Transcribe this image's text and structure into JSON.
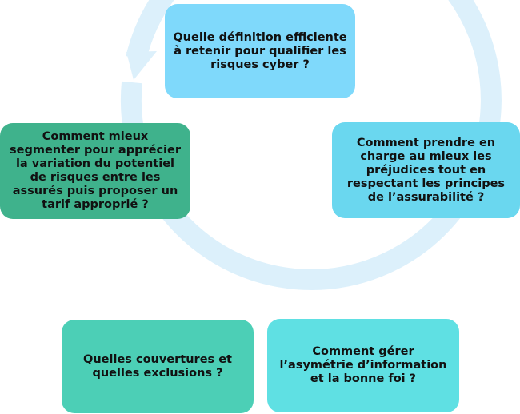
{
  "colors": {
    "ring": "#dcf0fb",
    "box_top": "#7fd9fb",
    "box_right": "#6ad7ef",
    "box_bottom_right": "#5fe0e3",
    "box_bottom_left": "#4ccfb6",
    "box_left": "#3fb28c"
  },
  "cycle_direction": "clockwise",
  "steps": [
    {
      "id": "definition",
      "text": "Quelle définition efficiente à retenir pour qualifier les risques cyber ?"
    },
    {
      "id": "prejudices",
      "text": "Comment prendre en charge au mieux les préjudices tout en respectant les principes de l’assurabilité ?"
    },
    {
      "id": "asymetrie",
      "text": "Comment gérer l’asymétrie d’information et la bonne foi ?"
    },
    {
      "id": "couvertures",
      "text": "Quelles couvertures et quelles exclusions ?"
    },
    {
      "id": "segmentation",
      "text": "Comment mieux segmenter pour apprécier la variation du potentiel de risques entre les assurés puis proposer un tarif approprié ?"
    }
  ]
}
